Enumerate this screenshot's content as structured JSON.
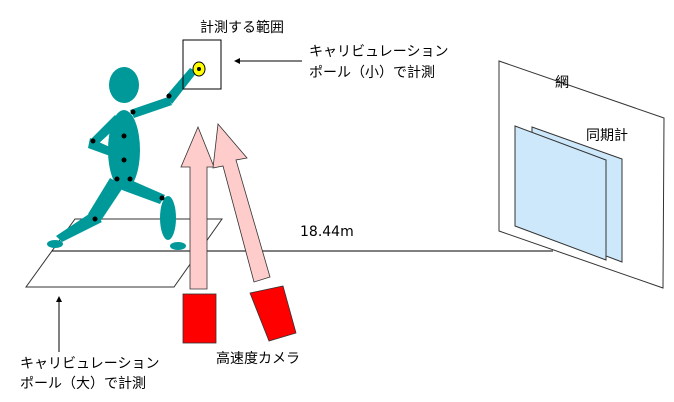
{
  "labels": {
    "measure_range": "計測する範囲",
    "cal_small_1": "キャリビュレーション",
    "cal_small_2": "ポール（小）で計測",
    "net": "網",
    "sync": "同期計",
    "distance": "18.44m",
    "cal_large_1": "キャリビュレーション",
    "cal_large_2": "ポール（大）で計測",
    "camera": "高速度カメラ"
  },
  "colors": {
    "figure": "#009999",
    "arrow_fill": "#ffcccc",
    "camera": "#ff0000",
    "panel": "#cce8fa",
    "ball": "#ffff00"
  }
}
